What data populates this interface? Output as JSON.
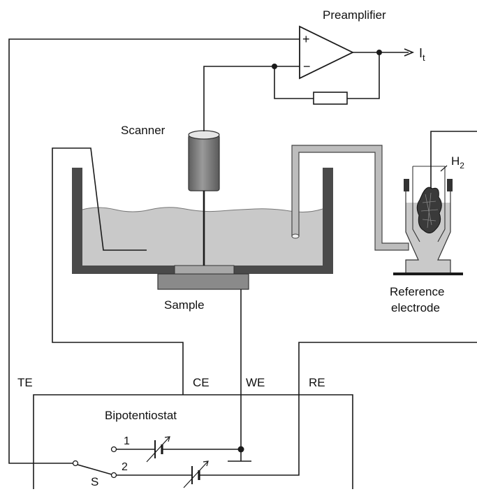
{
  "labels": {
    "preamplifier": "Preamplifier",
    "current_main": "I",
    "current_sub": "t",
    "plus": "+",
    "minus": "−",
    "scanner": "Scanner",
    "hydrogen_main": "H",
    "hydrogen_sub": "2",
    "reference_line1": "Reference",
    "reference_line2": "electrode",
    "sample": "Sample",
    "te": "TE",
    "ce": "CE",
    "we": "WE",
    "re": "RE",
    "bipotentiostat": "Bipotentiostat",
    "switch_pos1": "1",
    "switch_pos2": "2",
    "switch": "S"
  },
  "colors": {
    "wire": "#1a1a1a",
    "cell_wall": "#4a4a4a",
    "electrolyte": "#c9c9c9",
    "sample": "#8a8a8a",
    "scanner": "#7d7d7d",
    "capillary": "#bdbdbd",
    "hydrogen_electrode": "#333333"
  }
}
